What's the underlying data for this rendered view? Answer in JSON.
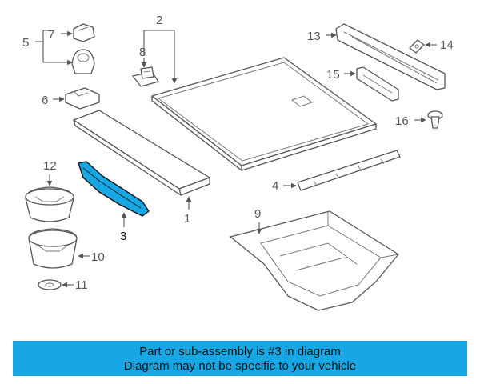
{
  "callouts": {
    "c1": "1",
    "c2": "2",
    "c3": "3",
    "c4": "4",
    "c5": "5",
    "c6": "6",
    "c7": "7",
    "c8": "8",
    "c9": "9",
    "c10": "10",
    "c11": "11",
    "c12": "12",
    "c13": "13",
    "c14": "14",
    "c15": "15",
    "c16": "16"
  },
  "highlight": {
    "part_number": "3",
    "color": "#17a7e4"
  },
  "banner": {
    "line1": "Part or sub-assembly is #3 in diagram",
    "line2": "Diagram may not be specific to your vehicle",
    "background": "#17a7e4"
  }
}
